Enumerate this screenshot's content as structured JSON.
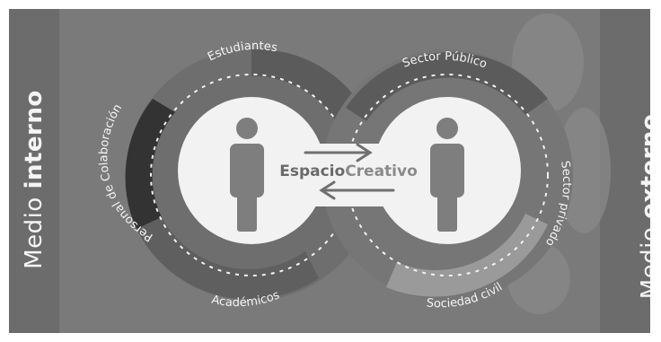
{
  "sides": {
    "left": {
      "light": "Medio ",
      "bold": "interno"
    },
    "right": {
      "light": "Medio ",
      "bold": "externo"
    }
  },
  "internal_labels": {
    "personal": "Personal de Colaboración",
    "estudiantes": "Estudiantes",
    "academicos": "Académicos"
  },
  "external_labels": {
    "sector_publico": "Sector Público",
    "sector_privado": "Sector privado",
    "sociedad_civil": "Sociedad civil"
  },
  "center": {
    "part1": "Espacio",
    "part2": "Creativo"
  },
  "icons": [
    "person-icon-left",
    "person-icon-right",
    "arrow-right-icon",
    "arrow-left-icon"
  ],
  "colors": {
    "background": "#7a7a7a",
    "ring_gray": "#595959",
    "ring_dark": "#333333",
    "ring_light": "#9a9a9a",
    "circle": "#f2f2f2",
    "person": "#7e7e7e",
    "text_light": "#f4f4f4"
  }
}
